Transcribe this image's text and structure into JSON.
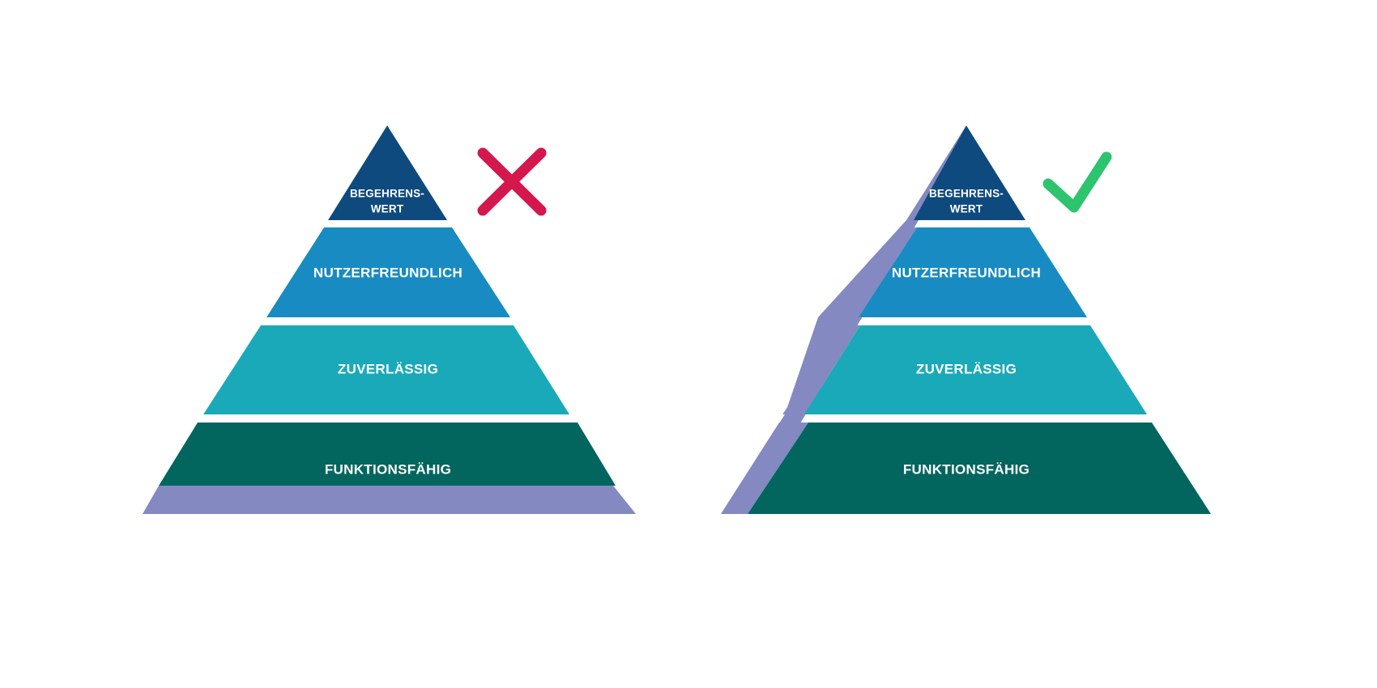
{
  "colors": {
    "background": "#ffffff",
    "top_layer": "#0e4a7e",
    "user_friendly_layer": "#188bc2",
    "reliable_layer": "#1aa9b9",
    "functional_layer": "#02665f",
    "shadow": "#8489c1",
    "cross_mark": "#d4174c",
    "check_mark": "#2dc46e"
  },
  "layers": {
    "top_line1": "BEGEHRENS-",
    "top_line2": "WERT",
    "user_friendly": "NUTZERFREUNDLICH",
    "reliable": "ZUVERLÄSSIG",
    "functional": "FUNKTIONSFÄHIG"
  },
  "pyramids": [
    {
      "verdict_icon": "cross-icon",
      "shadow_side": "bottom"
    },
    {
      "verdict_icon": "check-icon",
      "shadow_side": "left"
    }
  ]
}
